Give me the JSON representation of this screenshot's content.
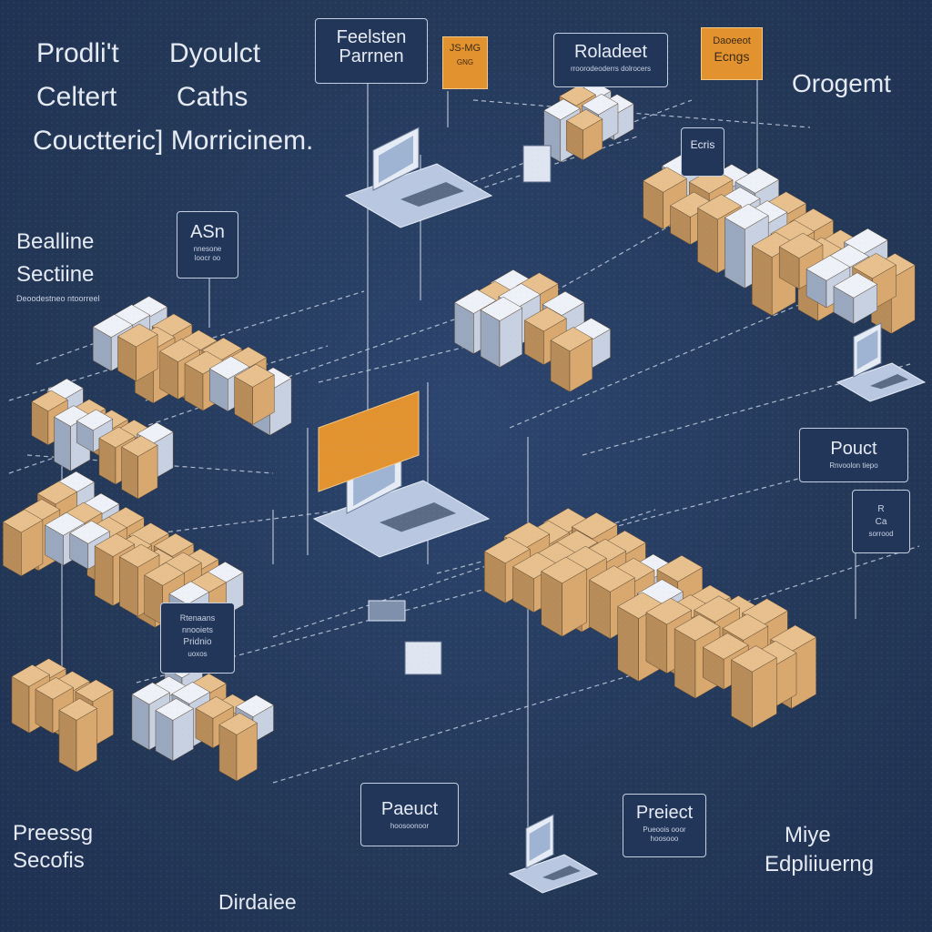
{
  "headings": {
    "top_left_1": "Prodli't",
    "top_left_2": "Dyoulct",
    "top_left_3": "Celtert",
    "top_left_4": "Caths",
    "top_left_5": "Couctteric] Morricinem.",
    "left_mid_1": "Bealline",
    "left_mid_2": "Sectiine",
    "left_mid_caption": "Deoodestneo ntoorreel",
    "top_right": "Orogemt",
    "bottom_left_1": "Preessg",
    "bottom_left_2": "Secofis",
    "bottom_center": "Dirdaiee",
    "bottom_right_1": "Miye",
    "bottom_right_2": "Edpliiuerng"
  },
  "callouts": {
    "feelsten": {
      "line1": "Feelsten",
      "line2": "Parrnen"
    },
    "top_orange": {
      "line1": "JS-MG",
      "line2": "GNG"
    },
    "roladeet": {
      "title": "Roladeet",
      "sub": "rroorodeoderrs dolrocers"
    },
    "top_right_orange": {
      "line1": "Daoeeot",
      "line2": "Ecngs"
    },
    "ecris": {
      "label": "Ecris"
    },
    "asn": {
      "title": "ASn",
      "sub1": "nnesone",
      "sub2": "loocr oo"
    },
    "pouct": {
      "title": "Pouct",
      "sub": "Rnvoolon tiepo"
    },
    "small_right": {
      "line1": "R",
      "line2": "Ca",
      "line3": "sorrood"
    },
    "left_list": {
      "line1": "Rtenaans",
      "line2": "nnooiets",
      "line3": "Pridnio",
      "line4": "uoxos"
    },
    "paeuct": {
      "title": "Paeuct",
      "sub": "hoosoonoor"
    },
    "preiect": {
      "title": "Preiect",
      "sub1": "Pueoois ooor",
      "sub2": "hoosooo"
    }
  },
  "colors": {
    "background": "#253a5c",
    "line": "#c5cfdf",
    "cardboard": "#e7c08d",
    "cardboard_dark": "#b88c58",
    "server": "#dfe6f2",
    "accent_orange": "#e2922e"
  }
}
